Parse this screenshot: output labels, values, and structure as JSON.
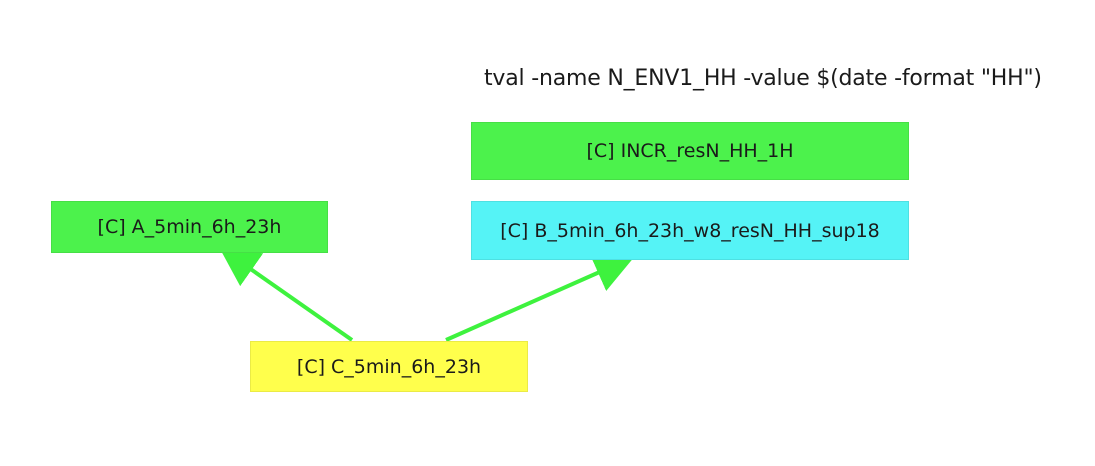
{
  "colors": {
    "green_node": "#4cf24c",
    "cyan_node": "#55f3f6",
    "yellow_node": "#ffff4c",
    "edge": "#3ef23e",
    "background": "#ffffff"
  },
  "annotation": {
    "text": "tval -name N_ENV1_HH -value $(date -format \"HH\")"
  },
  "nodes": {
    "a": {
      "label": "[C] A_5min_6h_23h",
      "color": "#4cf24c"
    },
    "incr": {
      "label": "[C] INCR_resN_HH_1H",
      "color": "#4cf24c"
    },
    "b": {
      "label": "[C] B_5min_6h_23h_w8_resN_HH_sup18",
      "color": "#55f3f6"
    },
    "c": {
      "label": "[C] C_5min_6h_23h",
      "color": "#ffff4c"
    }
  },
  "edges": [
    {
      "from": "c",
      "to": "a"
    },
    {
      "from": "c",
      "to": "b"
    }
  ]
}
